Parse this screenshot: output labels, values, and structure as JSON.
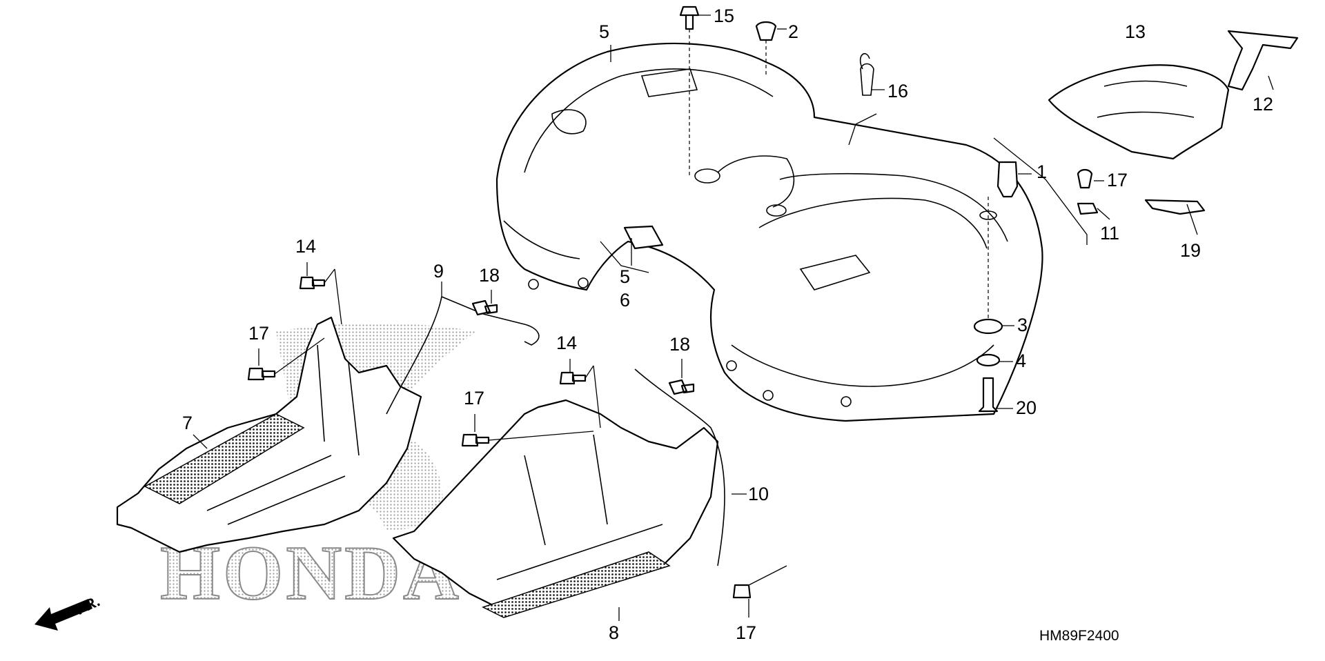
{
  "diagram": {
    "code": "HM89F2400",
    "direction": "FR.",
    "logo": "HONDA",
    "callouts": [
      {
        "id": "c1",
        "text": "1"
      },
      {
        "id": "c2",
        "text": "2"
      },
      {
        "id": "c3",
        "text": "3"
      },
      {
        "id": "c4",
        "text": "4"
      },
      {
        "id": "c5a",
        "text": "5"
      },
      {
        "id": "c5b",
        "text": "5"
      },
      {
        "id": "c6",
        "text": "6"
      },
      {
        "id": "c7",
        "text": "7"
      },
      {
        "id": "c8",
        "text": "8"
      },
      {
        "id": "c9",
        "text": "9"
      },
      {
        "id": "c10",
        "text": "10"
      },
      {
        "id": "c11",
        "text": "11"
      },
      {
        "id": "c12",
        "text": "12"
      },
      {
        "id": "c13",
        "text": "13"
      },
      {
        "id": "c14a",
        "text": "14"
      },
      {
        "id": "c14b",
        "text": "14"
      },
      {
        "id": "c15",
        "text": "15"
      },
      {
        "id": "c16",
        "text": "16"
      },
      {
        "id": "c17a",
        "text": "17"
      },
      {
        "id": "c17b",
        "text": "17"
      },
      {
        "id": "c17c",
        "text": "17"
      },
      {
        "id": "c17d",
        "text": "17"
      },
      {
        "id": "c18a",
        "text": "18"
      },
      {
        "id": "c18b",
        "text": "18"
      },
      {
        "id": "c19",
        "text": "19"
      },
      {
        "id": "c20",
        "text": "20"
      }
    ]
  }
}
